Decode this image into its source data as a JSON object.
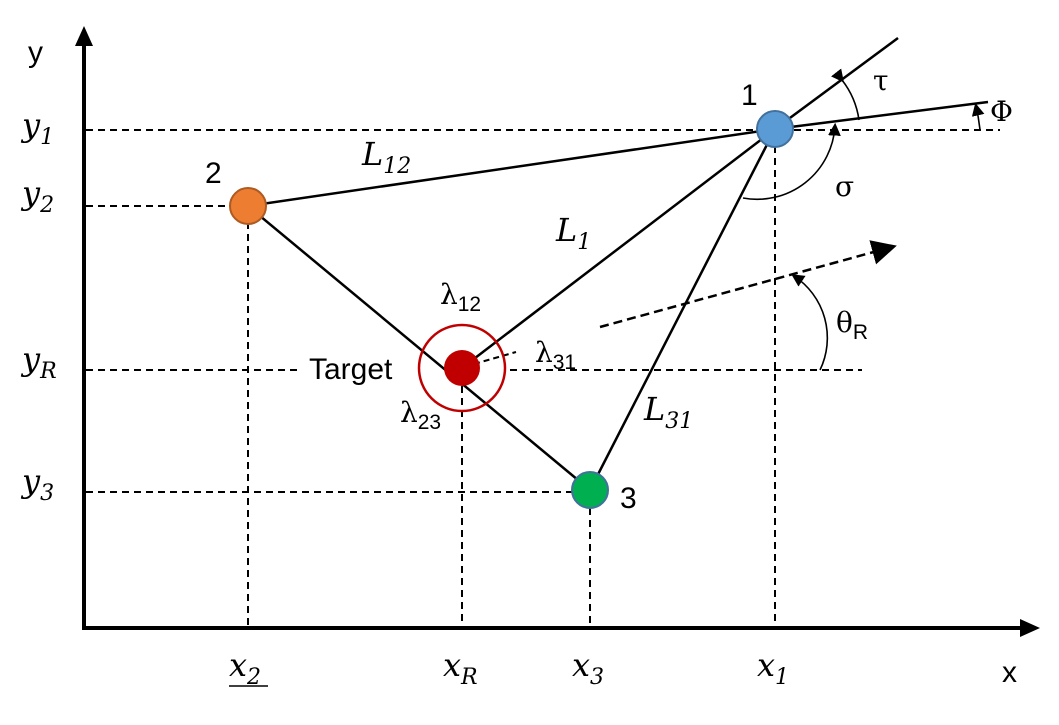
{
  "axes": {
    "x_label": "x",
    "y_label": "y"
  },
  "x_ticks": [
    {
      "main": "x",
      "sub": "2"
    },
    {
      "main": "x",
      "sub": "R"
    },
    {
      "main": "x",
      "sub": "3"
    },
    {
      "main": "x",
      "sub": "1"
    }
  ],
  "y_ticks": [
    {
      "main": "y",
      "sub": "1"
    },
    {
      "main": "y",
      "sub": "2"
    },
    {
      "main": "y",
      "sub": "R"
    },
    {
      "main": "y",
      "sub": "3"
    }
  ],
  "nodes": [
    {
      "id": "1",
      "label": "1",
      "color": "#5b9bd5"
    },
    {
      "id": "2",
      "label": "2",
      "color": "#ed7d31"
    },
    {
      "id": "3",
      "label": "3",
      "color": "#00b050"
    },
    {
      "id": "target",
      "label": "Target",
      "color": "#c00000",
      "ring_color": "#c00000"
    }
  ],
  "edge_labels": {
    "L12": {
      "main": "L",
      "sub": "12"
    },
    "L1": {
      "main": "L",
      "sub": "1"
    },
    "L31": {
      "main": "L",
      "sub": "31"
    }
  },
  "angle_labels": {
    "lambda12": {
      "main": "λ",
      "sub": "12"
    },
    "lambda31": {
      "main": "λ",
      "sub": "31"
    },
    "lambda23": {
      "main": "λ",
      "sub": "23"
    },
    "theta_r": {
      "main": "θ",
      "sub": "R"
    },
    "tau": "τ",
    "phi": "Φ",
    "sigma": "σ"
  }
}
